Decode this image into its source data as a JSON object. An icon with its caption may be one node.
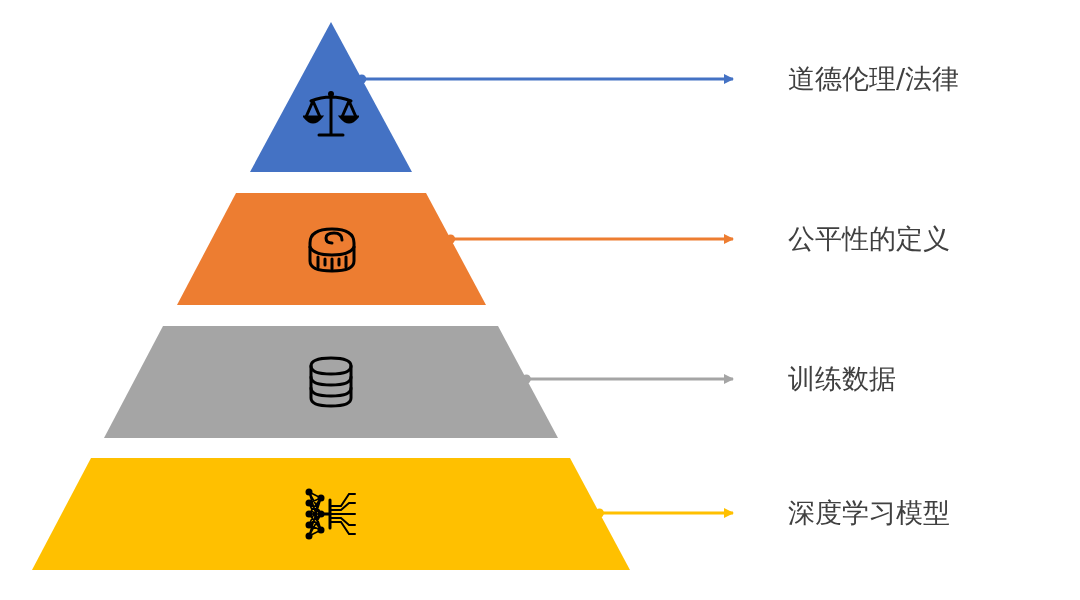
{
  "diagram": {
    "nodes": [
      {
        "text": [],
        "shape": "triangle"
      },
      {
        "text": [],
        "shape": "trapezoid"
      },
      {
        "text": [],
        "shape": "trapezoid"
      },
      {
        "text": [],
        "shape": "trapezoid"
      },
      {
        "text": [
          "道德伦理/法律"
        ]
      },
      {
        "text": [
          "公平性的定义"
        ]
      },
      {
        "text": [
          "训练数据"
        ]
      },
      {
        "text": [
          "深度学习模型"
        ]
      }
    ],
    "edges": [
      {
        "from": 0,
        "to": 4,
        "arrow": "to",
        "color": "#4472c4"
      },
      {
        "from": 1,
        "to": 5,
        "arrow": "to",
        "color": "#ed7d31"
      },
      {
        "from": 2,
        "to": 6,
        "arrow": "to",
        "color": "#a5a5a5"
      },
      {
        "from": 3,
        "to": 7,
        "arrow": "to",
        "color": "#ffc000"
      }
    ]
  }
}
